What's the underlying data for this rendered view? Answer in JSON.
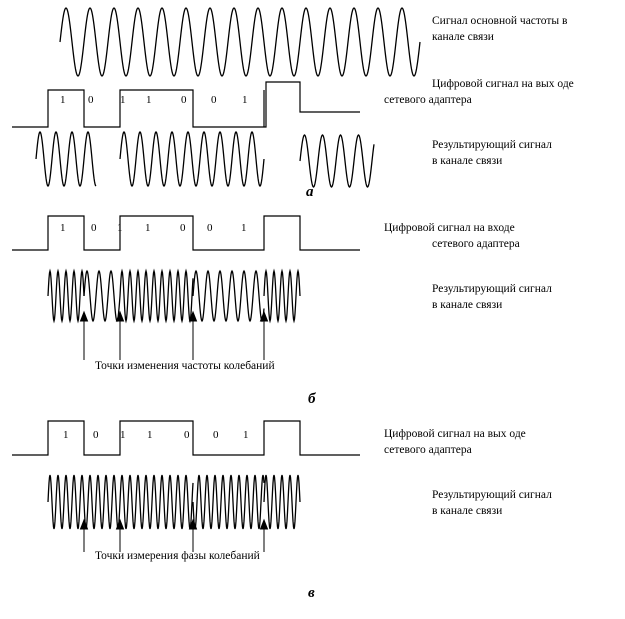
{
  "section_a": {
    "letter": "а",
    "carrier_label_1": "Сигнал основной частоты в",
    "carrier_label_2": "канале связи",
    "digital_label_1": "Цифровой сигнал на вых оде",
    "digital_label_2": "сетевого адаптера",
    "result_label_1": "Результирующий сигнал",
    "result_label_2": "в канале связи",
    "bits": [
      "1",
      "0",
      "1",
      "1",
      "0",
      "0",
      "1"
    ]
  },
  "section_b": {
    "letter": "б",
    "digital_label_1": "Цифровой сигнал на входе",
    "digital_label_2": "сетевого адаптера",
    "result_label_1": "Результирующий сигнал",
    "result_label_2": "в канале связи",
    "annotation": "Точки изменения частоты колебаний",
    "bits": [
      "1",
      "0",
      "1",
      "1",
      "0",
      "0",
      "1"
    ]
  },
  "section_v": {
    "letter": "в",
    "digital_label_1": "Цифровой сигнал на вых оде",
    "digital_label_2": "сетевого адаптера",
    "result_label_1": "Результирующий сигнал",
    "result_label_2": "в канале связи",
    "annotation": "Точки измерения фазы колебаний",
    "bits": [
      "1",
      "0",
      "1",
      "1",
      "0",
      "0",
      "1"
    ]
  }
}
